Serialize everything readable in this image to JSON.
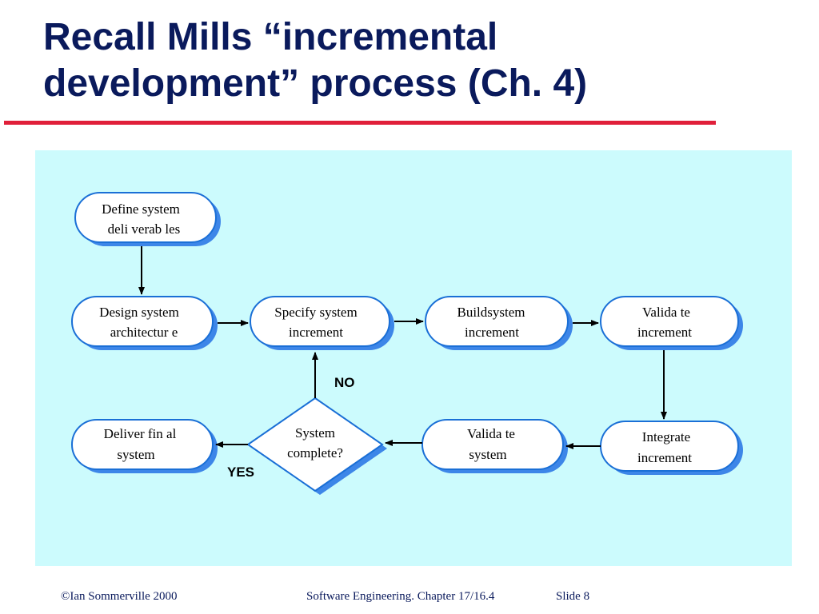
{
  "slide": {
    "title_line1": "Recall Mills “incremental",
    "title_line2": "development” process (Ch. 4)"
  },
  "diagram": {
    "nodes": {
      "define": [
        "Define system",
        "deli verab les"
      ],
      "design": [
        "Design system",
        "architectur e"
      ],
      "specify": [
        "Specify system",
        "increment"
      ],
      "build": [
        "Buildsystem",
        "increment"
      ],
      "validate_increment": [
        "Valida te",
        "increment"
      ],
      "integrate": [
        "Integrate",
        "increment"
      ],
      "validate_system": [
        "Valida te",
        "system"
      ],
      "decision": [
        "System",
        "complete?"
      ],
      "deliver": [
        "Deliver fin al",
        "system"
      ]
    },
    "edge_labels": {
      "no": "NO",
      "yes": "YES"
    }
  },
  "footer": {
    "copyright": "©Ian Sommerville 2000",
    "course": "Software Engineering. Chapter 17/16.4",
    "slide": "Slide  8"
  },
  "colors": {
    "title": "#0a1a5c",
    "accent_rule": "#e0203a",
    "panel": "#ccfbfd",
    "node_border": "#1a6fd6",
    "node_shadow": "#3d86e8"
  }
}
